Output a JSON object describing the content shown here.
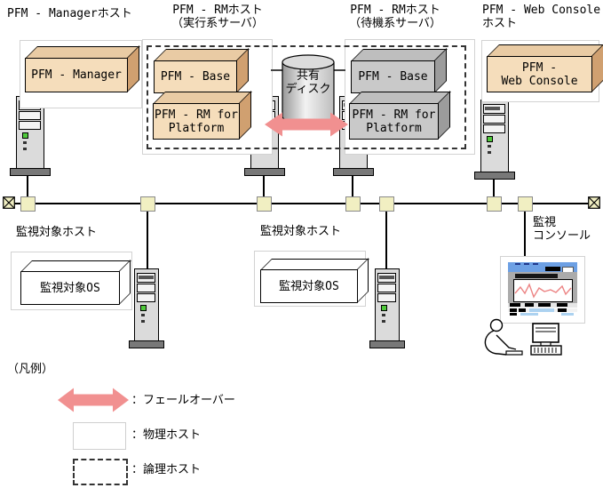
{
  "hosts": {
    "manager": {
      "label": "PFM - Managerホスト",
      "product": "PFM - Manager"
    },
    "rm_active": {
      "label1": "PFM - RMホスト",
      "label2": "（実行系サーバ）",
      "base": "PFM - Base",
      "rm1": "PFM - RM for",
      "rm2": "Platform"
    },
    "rm_standby": {
      "label1": "PFM - RMホスト",
      "label2": "（待機系サーバ）",
      "base": "PFM - Base",
      "rm1": "PFM - RM for",
      "rm2": "Platform"
    },
    "web_console": {
      "label1": "PFM - Web Console",
      "label2": "ホスト",
      "product1": "PFM -",
      "product2": "Web Console"
    },
    "monitored1": {
      "label": "監視対象ホスト",
      "os": "監視対象OS"
    },
    "monitored2": {
      "label": "監視対象ホスト",
      "os": "監視対象OS"
    },
    "console": {
      "label1": "監視",
      "label2": "コンソール"
    }
  },
  "shared_disk": {
    "label1": "共有",
    "label2": "ディスク"
  },
  "legend": {
    "title": "（凡例）",
    "failover_label": "：フェールオーバー",
    "physical_label": "：物理ホスト",
    "logical_label": "：論理ホスト"
  },
  "colors": {
    "active_box_front": "#F5DDBB",
    "active_box_top": "#E9CBA4",
    "active_box_side": "#D0A070",
    "standby_box_front": "#C9C9C9",
    "standby_box_top": "#BEBEBE",
    "standby_box_side": "#9C9C9C",
    "failover_arrow": "#F19090",
    "node_fill": "#F1EFC2",
    "console_blue": "#6DA0E4",
    "console_chart_line": "#EC8484"
  }
}
